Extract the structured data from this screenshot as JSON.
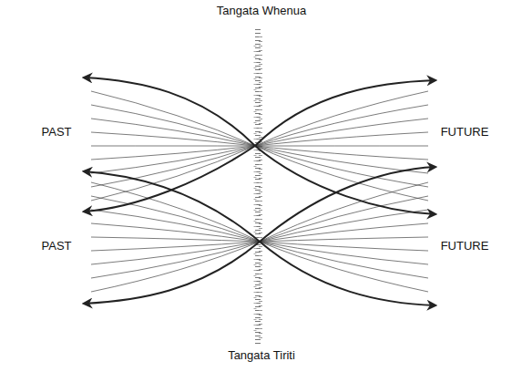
{
  "diagram": {
    "labels": [
      "Tangata Whenua",
      "PAST",
      "FUTURE",
      "PAST",
      "FUTURE",
      "Tangata Tiriti"
    ]
  }
}
